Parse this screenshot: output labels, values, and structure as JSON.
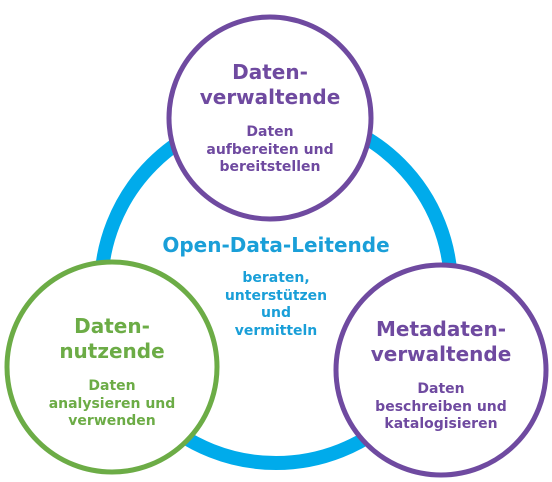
{
  "colors": {
    "ring": "#00abeb",
    "purple": "#6f4aa0",
    "green": "#6cac46",
    "center_text": "#1a9fd8"
  },
  "center": {
    "title": "Open-Data-Leitende",
    "subtitle": "beraten,\nunterstützen\nund\nvermitteln"
  },
  "nodes": {
    "top": {
      "title": "Daten-\nverwaltende",
      "subtitle": "Daten\naufbereiten und\nbereitstellen"
    },
    "left": {
      "title": "Daten-\nnutzende",
      "subtitle": "Daten\nanalysieren und\nverwenden"
    },
    "right": {
      "title": "Metadaten-\nverwaltende",
      "subtitle": "Daten\nbeschreiben und\nkatalogisieren"
    }
  }
}
